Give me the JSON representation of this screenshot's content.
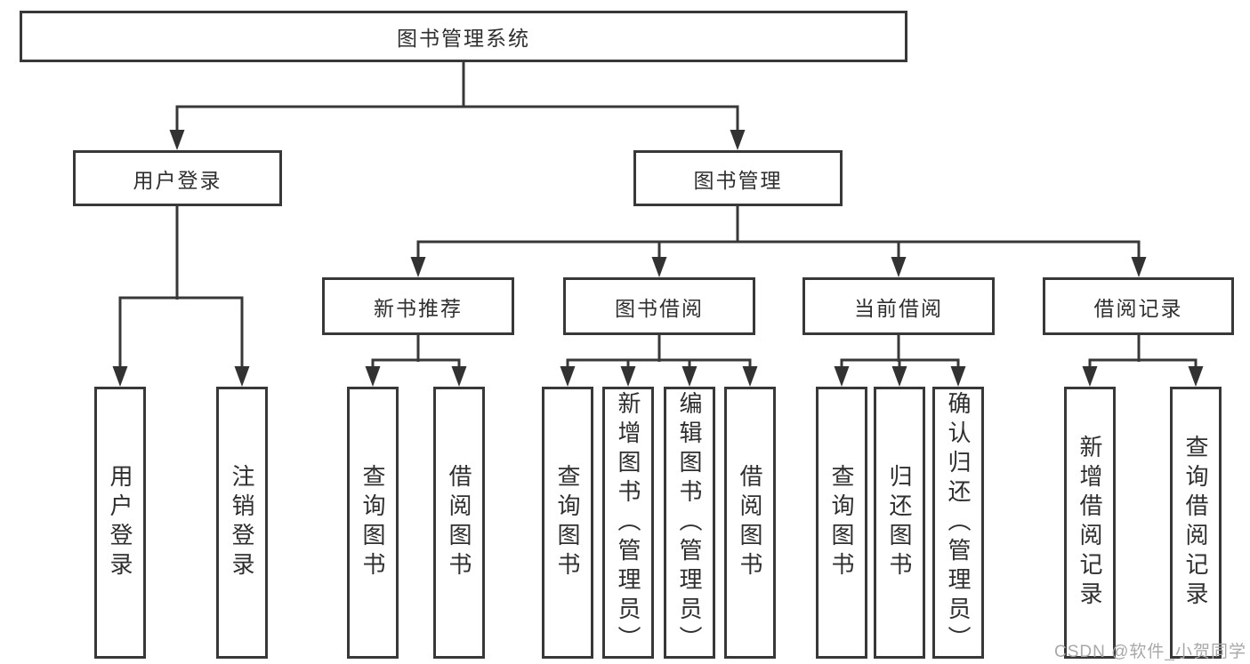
{
  "root": {
    "label": "图书管理系统"
  },
  "branches": [
    {
      "label": "用户登录",
      "children": [
        {
          "label": "用户登录"
        },
        {
          "label": "注销登录"
        }
      ]
    },
    {
      "label": "图书管理",
      "children": [
        {
          "label": "新书推荐",
          "children": [
            {
              "label": "查询图书"
            },
            {
              "label": "借阅图书"
            }
          ]
        },
        {
          "label": "图书借阅",
          "children": [
            {
              "label": "查询图书"
            },
            {
              "label": "新增图书（管理员）"
            },
            {
              "label": "编辑图书（管理员）"
            },
            {
              "label": "借阅图书"
            }
          ]
        },
        {
          "label": "当前借阅",
          "children": [
            {
              "label": "查询图书"
            },
            {
              "label": "归还图书"
            },
            {
              "label": "确认归还（管理员）"
            }
          ]
        },
        {
          "label": "借阅记录",
          "children": [
            {
              "label": "新增借阅记录"
            },
            {
              "label": "查询借阅记录"
            }
          ]
        }
      ]
    }
  ],
  "watermark": "CSDN @软件_小贺同学",
  "colors": {
    "line": "#383838",
    "text": "#2f2f2f",
    "watermark": "#a8a8a8",
    "background": "#ffffff"
  }
}
